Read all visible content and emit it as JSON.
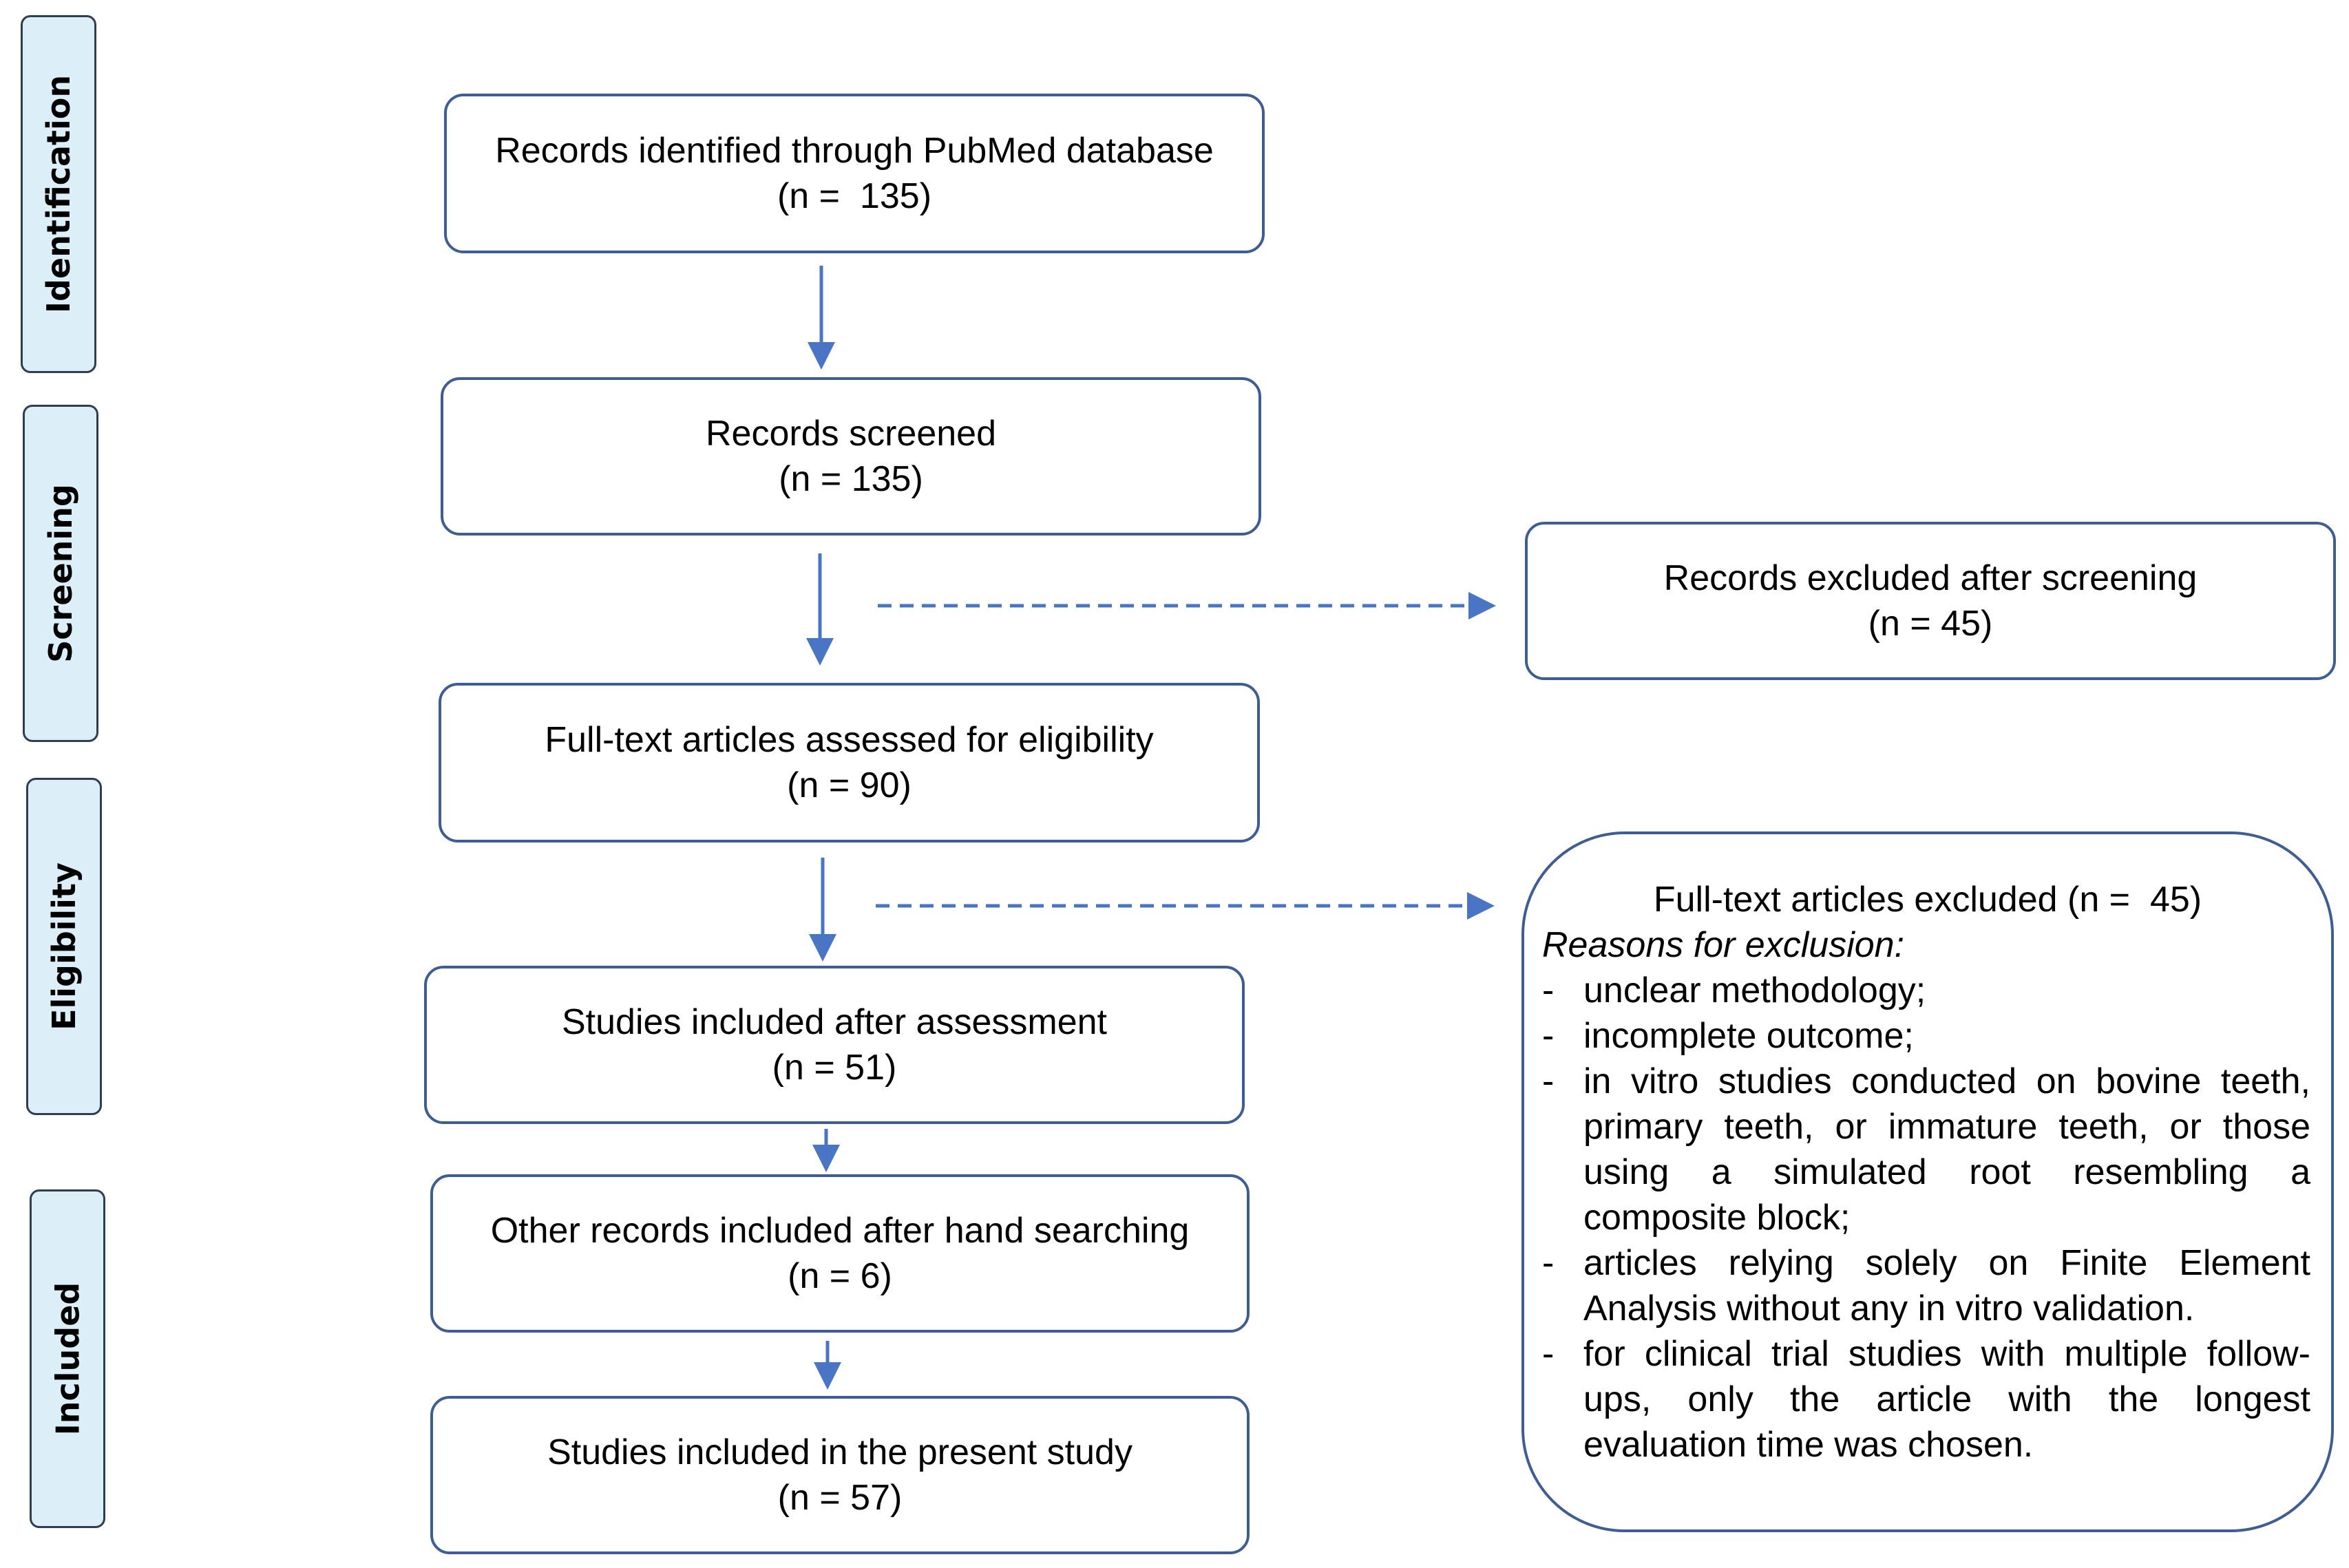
{
  "stages": {
    "identification": "Identification",
    "screening": "Screening",
    "eligibility": "Eligibility",
    "included": "Included"
  },
  "boxes": {
    "identified": {
      "line1": "Records identified through PubMed database",
      "line2": "(n =  135)"
    },
    "screened": {
      "line1": "Records screened",
      "line2": "(n = 135)"
    },
    "fulltext_assessed": {
      "line1": "Full-text articles assessed for eligibility",
      "line2": "(n = 90)"
    },
    "included_after_assessment": {
      "line1": "Studies included after assessment",
      "line2": "(n = 51)"
    },
    "hand_searching": {
      "line1": "Other records included after hand searching",
      "line2": "(n = 6)"
    },
    "present_study": {
      "line1": "Studies included in the present study",
      "line2": "(n = 57)"
    },
    "excluded_screening": {
      "line1": "Records excluded after screening",
      "line2": "(n = 45)"
    },
    "excluded_fulltext": {
      "title": "Full-text articles excluded (n =  45)",
      "reasons_heading": "Reasons for exclusion:",
      "reasons": [
        "unclear methodology;",
        "incomplete outcome;",
        "in vitro studies conducted on bovine teeth, primary teeth, or immature teeth, or those using a simulated root resembling a composite block;",
        "articles relying solely on Finite Element Analysis without any in vitro validation.",
        "for clinical trial studies with multiple follow-ups, only the article with the longest evaluation time was chosen."
      ],
      "bullet": "-"
    }
  },
  "colors": {
    "arrow": "#4a74c4",
    "box_border": "#3f5d90",
    "stage_fill": "#dceef8",
    "stage_border": "#2f3d4f"
  }
}
